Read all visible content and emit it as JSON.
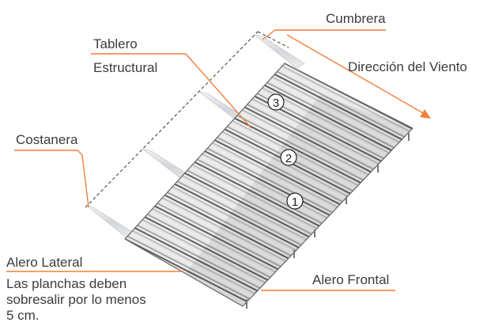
{
  "labels": {
    "cumbrera": "Cumbrera",
    "tablero_line1": "Tablero",
    "tablero_line2": "Estructural",
    "viento": "Dirección del Viento",
    "costanera": "Costanera",
    "alero_lateral": "Alero Lateral",
    "nota_line1": "Las planchas deben",
    "nota_line2": "sobresalir por lo menos",
    "nota_line3": "5 cm.",
    "alero_frontal": "Alero Frontal"
  },
  "sheet_numbers": [
    "1",
    "2",
    "3"
  ],
  "colors": {
    "accent": "#f07f3c",
    "text": "#3c3c3c",
    "sheet_light": "#eeeeee",
    "sheet_dark": "#555555",
    "purlin": "#d9dcdf"
  }
}
